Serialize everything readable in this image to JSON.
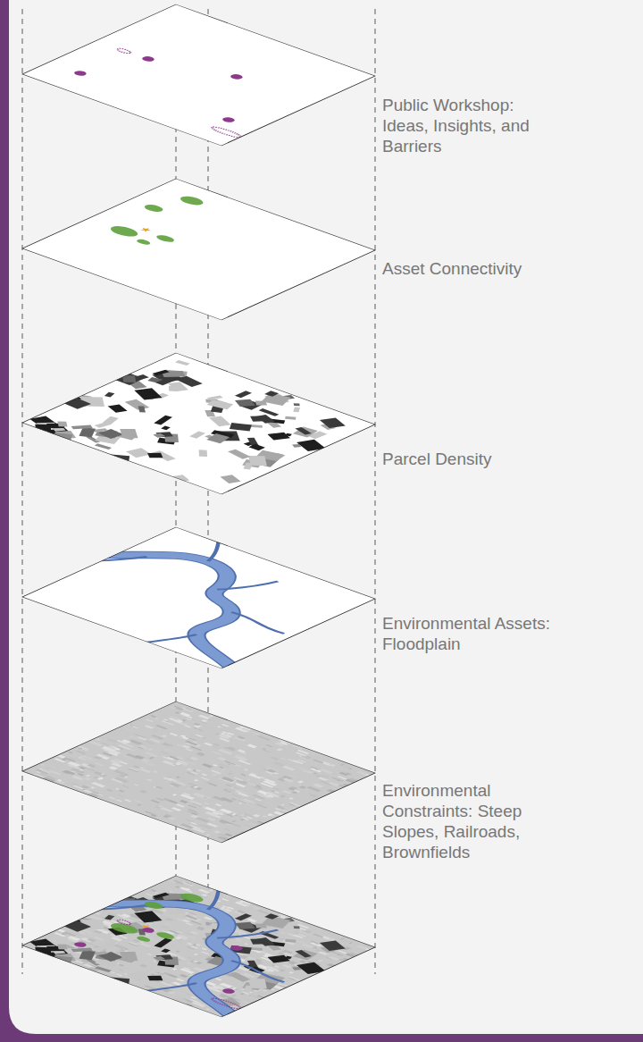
{
  "diagram": {
    "labels": [
      "Public Workshop: Ideas, Insights, and Barriers",
      "Asset Connectivity",
      "Parcel Density",
      "Environmental Assets: Floodplain",
      "Environmental Constraints: Steep Slopes, Railroads, Brownfields"
    ]
  }
}
